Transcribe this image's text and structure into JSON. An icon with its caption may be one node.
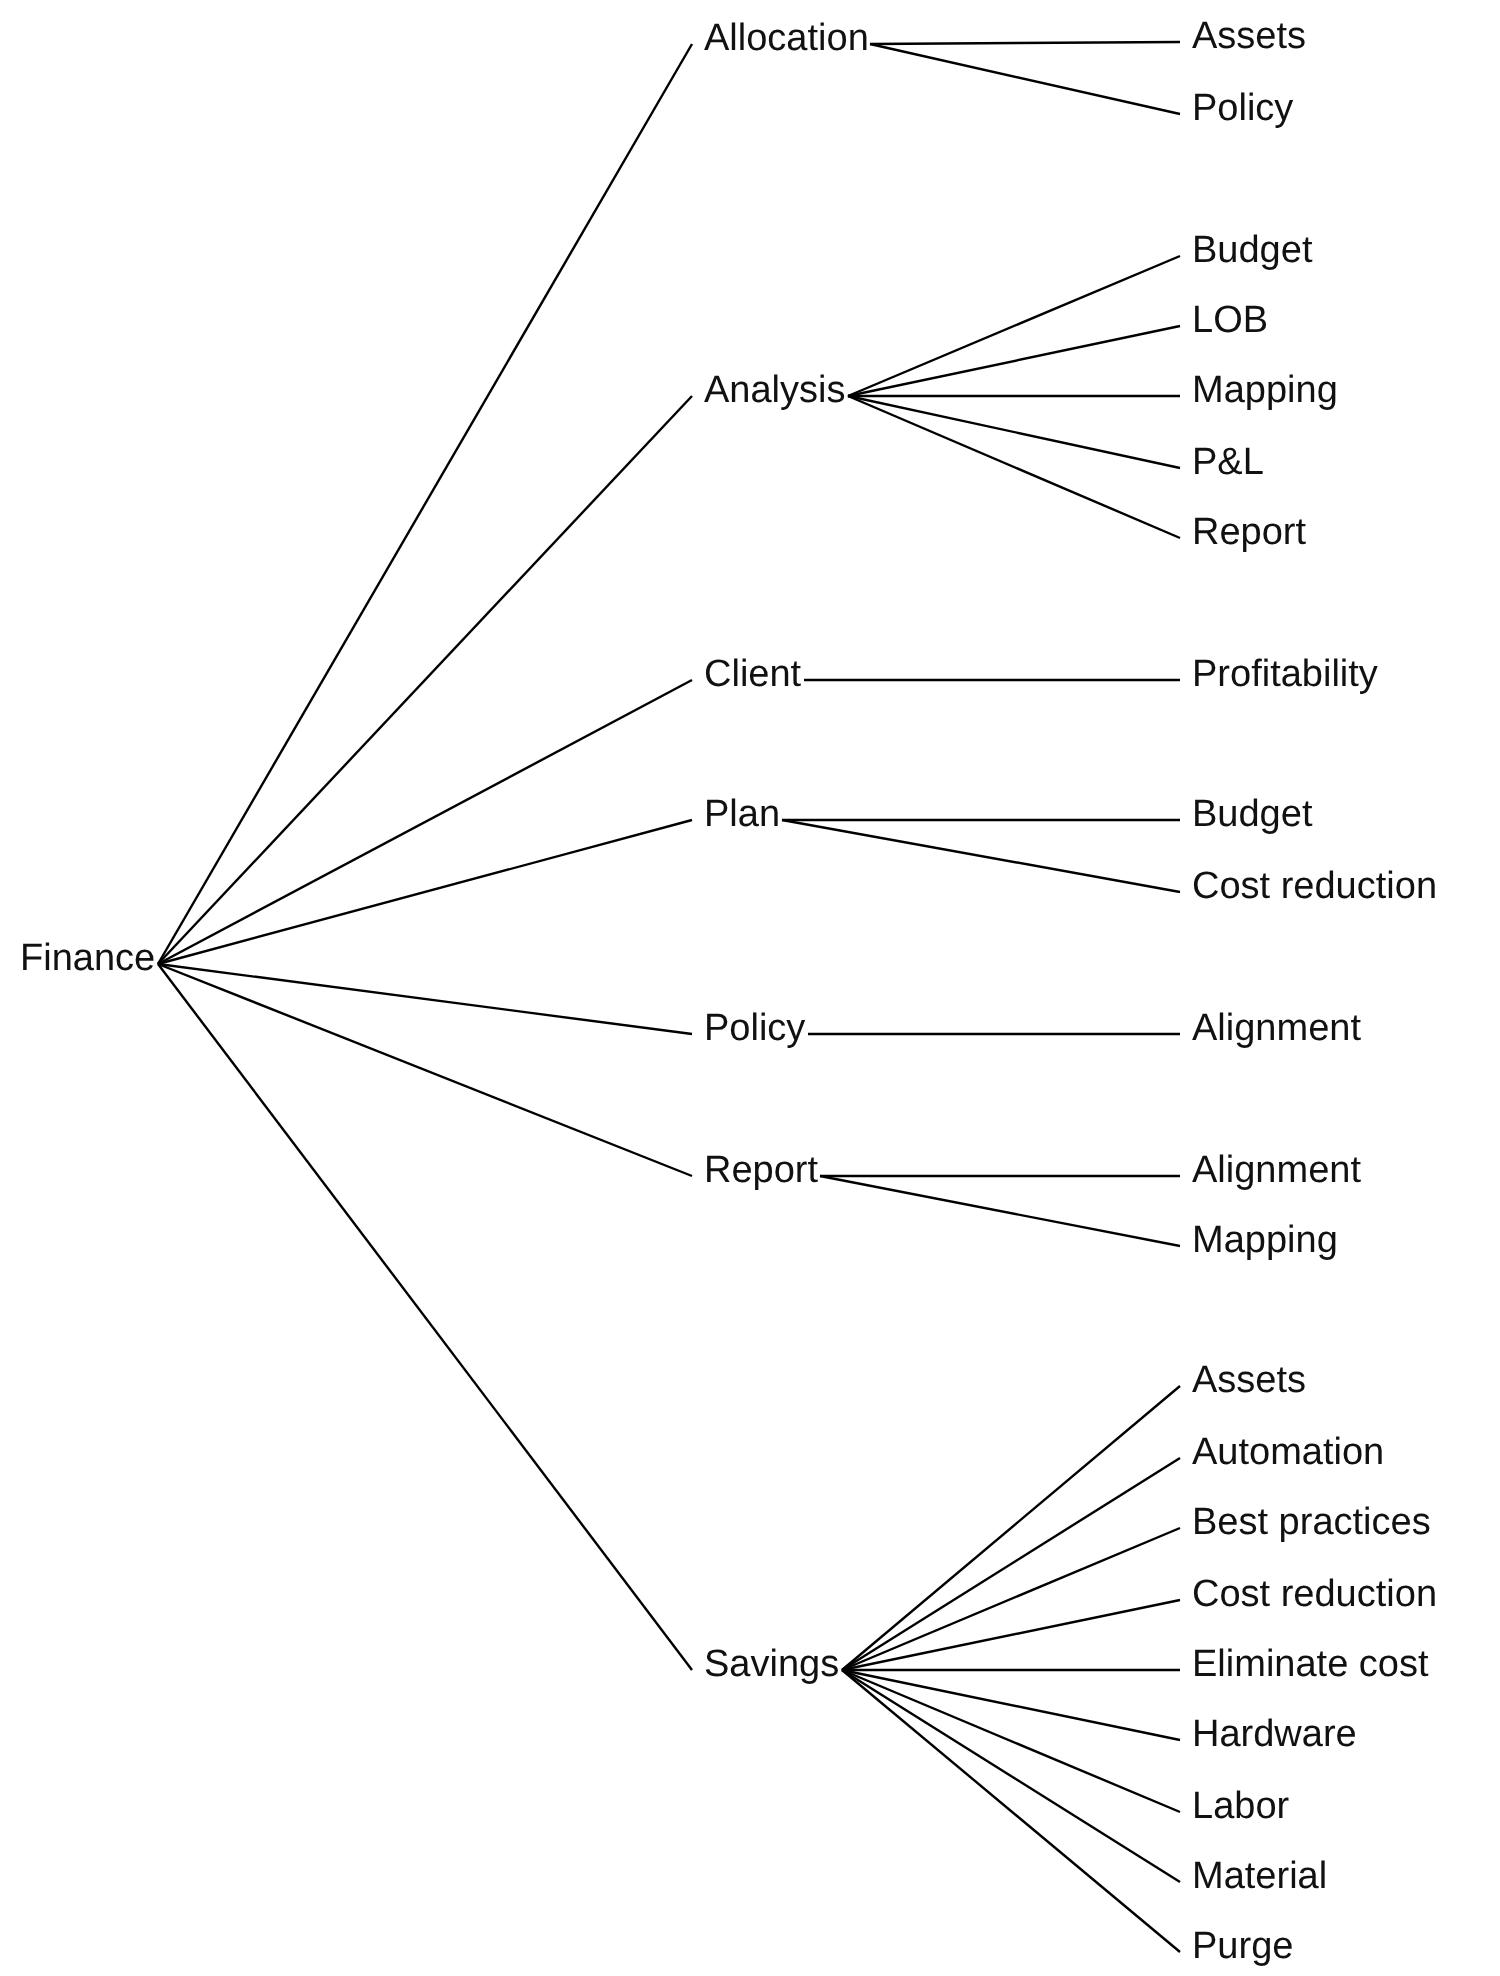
{
  "diagram": {
    "nodes": [
      {
        "text": [
          "Finance"
        ]
      },
      {
        "text": [
          "Allocation"
        ]
      },
      {
        "text": [
          "Analysis"
        ]
      },
      {
        "text": [
          "Client"
        ]
      },
      {
        "text": [
          "Plan"
        ]
      },
      {
        "text": [
          "Policy"
        ]
      },
      {
        "text": [
          "Report"
        ]
      },
      {
        "text": [
          "Savings"
        ]
      },
      {
        "text": [
          "Assets"
        ]
      },
      {
        "text": [
          "Policy"
        ]
      },
      {
        "text": [
          "Budget"
        ]
      },
      {
        "text": [
          "LOB"
        ]
      },
      {
        "text": [
          "Mapping"
        ]
      },
      {
        "text": [
          "P&L"
        ]
      },
      {
        "text": [
          "Report"
        ]
      },
      {
        "text": [
          "Profitability"
        ]
      },
      {
        "text": [
          "Budget"
        ]
      },
      {
        "text": [
          "Cost reduction"
        ]
      },
      {
        "text": [
          "Alignment"
        ]
      },
      {
        "text": [
          "Alignment"
        ]
      },
      {
        "text": [
          "Mapping"
        ]
      },
      {
        "text": [
          "Assets"
        ]
      },
      {
        "text": [
          "Automation"
        ]
      },
      {
        "text": [
          "Best practices"
        ]
      },
      {
        "text": [
          "Cost reduction"
        ]
      },
      {
        "text": [
          "Eliminate cost"
        ]
      },
      {
        "text": [
          "Hardware"
        ]
      },
      {
        "text": [
          "Labor"
        ]
      },
      {
        "text": [
          "Material"
        ]
      },
      {
        "text": [
          "Purge"
        ]
      }
    ],
    "edges": [
      {
        "from": 0,
        "to": 1,
        "arrow": "none"
      },
      {
        "from": 0,
        "to": 2,
        "arrow": "none"
      },
      {
        "from": 0,
        "to": 3,
        "arrow": "none"
      },
      {
        "from": 0,
        "to": 4,
        "arrow": "none"
      },
      {
        "from": 0,
        "to": 5,
        "arrow": "none"
      },
      {
        "from": 0,
        "to": 6,
        "arrow": "none"
      },
      {
        "from": 0,
        "to": 7,
        "arrow": "none"
      },
      {
        "from": 1,
        "to": 8,
        "arrow": "none"
      },
      {
        "from": 1,
        "to": 9,
        "arrow": "none"
      },
      {
        "from": 2,
        "to": 10,
        "arrow": "none"
      },
      {
        "from": 2,
        "to": 11,
        "arrow": "none"
      },
      {
        "from": 2,
        "to": 12,
        "arrow": "none"
      },
      {
        "from": 2,
        "to": 13,
        "arrow": "none"
      },
      {
        "from": 2,
        "to": 14,
        "arrow": "none"
      },
      {
        "from": 3,
        "to": 15,
        "arrow": "none"
      },
      {
        "from": 4,
        "to": 16,
        "arrow": "none"
      },
      {
        "from": 4,
        "to": 17,
        "arrow": "none"
      },
      {
        "from": 5,
        "to": 18,
        "arrow": "none"
      },
      {
        "from": 6,
        "to": 19,
        "arrow": "none"
      },
      {
        "from": 6,
        "to": 20,
        "arrow": "none"
      },
      {
        "from": 7,
        "to": 21,
        "arrow": "none"
      },
      {
        "from": 7,
        "to": 22,
        "arrow": "none"
      },
      {
        "from": 7,
        "to": 23,
        "arrow": "none"
      },
      {
        "from": 7,
        "to": 24,
        "arrow": "none"
      },
      {
        "from": 7,
        "to": 25,
        "arrow": "none"
      },
      {
        "from": 7,
        "to": 26,
        "arrow": "none"
      },
      {
        "from": 7,
        "to": 27,
        "arrow": "none"
      },
      {
        "from": 7,
        "to": 28,
        "arrow": "none"
      },
      {
        "from": 7,
        "to": 29,
        "arrow": "none"
      }
    ]
  }
}
